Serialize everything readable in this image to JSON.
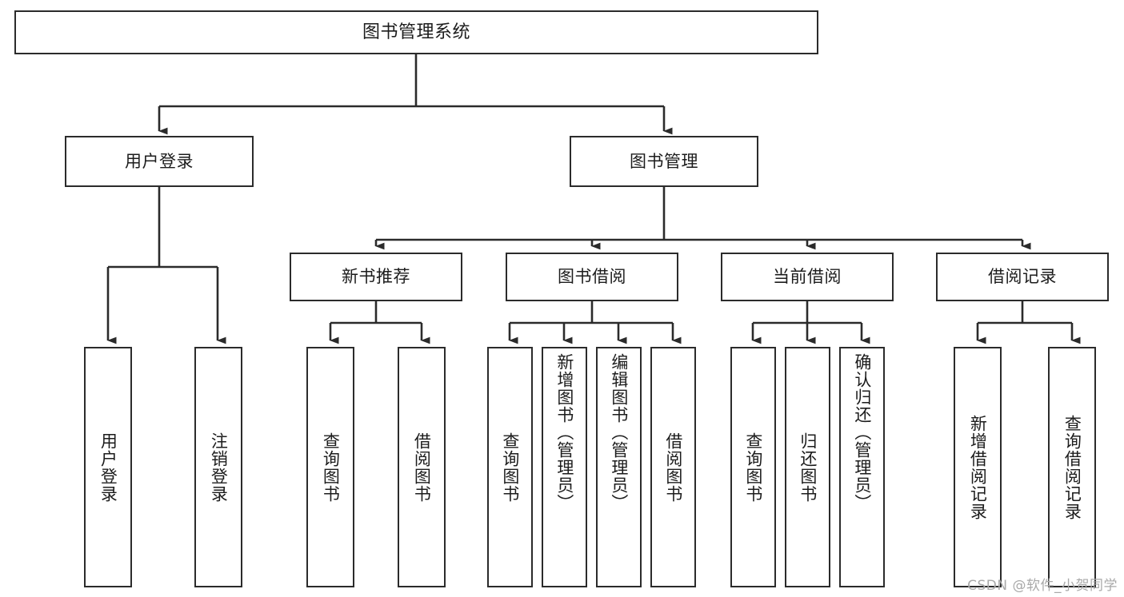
{
  "diagram": {
    "title": "图书管理系统",
    "type": "hierarchy-tree",
    "watermark": "CSDN @软件_小贺同学",
    "colors": {
      "stroke": "#2b2b2b",
      "fill": "#ffffff",
      "text": "#1c1c1c",
      "watermark": "#a9a9a9"
    },
    "root": {
      "label": "图书管理系统"
    },
    "level2": [
      {
        "label": "用户登录"
      },
      {
        "label": "图书管理"
      }
    ],
    "level3": [
      {
        "label": "新书推荐"
      },
      {
        "label": "图书借阅"
      },
      {
        "label": "当前借阅"
      },
      {
        "label": "借阅记录"
      }
    ],
    "leaves": {
      "user_login": [
        {
          "label": "用户登录"
        },
        {
          "label": "注销登录"
        }
      ],
      "new_book_recommend": [
        {
          "label": "查询图书"
        },
        {
          "label": "借阅图书"
        }
      ],
      "book_borrow": [
        {
          "label": "查询图书"
        },
        {
          "label": "新增图书（管理员）"
        },
        {
          "label": "编辑图书（管理员）"
        },
        {
          "label": "借阅图书"
        }
      ],
      "current_borrow": [
        {
          "label": "查询图书"
        },
        {
          "label": "归还图书"
        },
        {
          "label": "确认归还（管理员）"
        }
      ],
      "borrow_records": [
        {
          "label": "新增借阅记录"
        },
        {
          "label": "查询借阅记录"
        }
      ]
    }
  }
}
